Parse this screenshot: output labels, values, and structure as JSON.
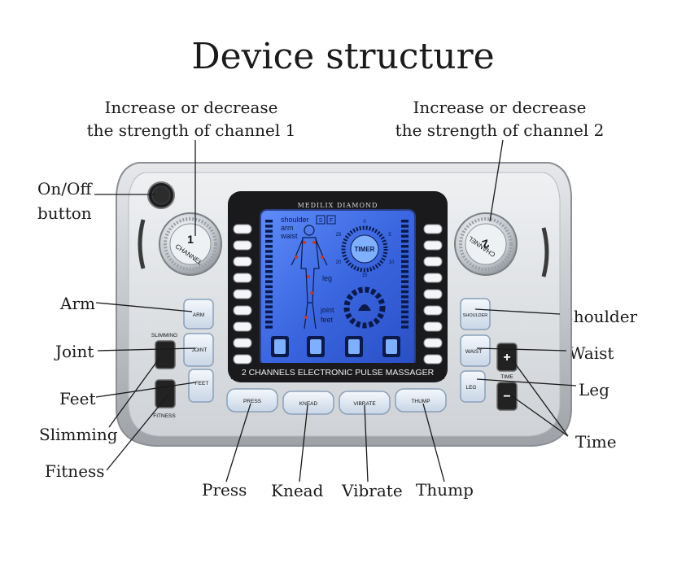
{
  "title": "Device structure",
  "callouts": {
    "ch1": [
      "Increase or decrease",
      "the strength of channel 1"
    ],
    "ch2": [
      "Increase or decrease",
      "the strength of channel 2"
    ],
    "onoff": [
      "On/Off",
      "button"
    ],
    "arm": "Arm",
    "joint": "Joint",
    "feet": "Feet",
    "slimming": "Slimming",
    "fitness": "Fitness",
    "press": "Press",
    "knead": "Knead",
    "vibrate": "Vibrate",
    "thump": "Thump",
    "shoulder": "Shoulder",
    "waist": "Waist",
    "leg": "Leg",
    "time": "Time"
  },
  "device": {
    "brand": "MEDILIX DIAMOND",
    "name": "2 CHANNELS ELECTRONIC PULSE MASSAGER",
    "knob1": {
      "num": "1",
      "text": "CHANNEL"
    },
    "knob2": {
      "num": "2",
      "text": "CHANNEL"
    },
    "left_buttons": [
      "ARM",
      "JOINT",
      "FEET"
    ],
    "right_buttons": [
      "SHOULDER",
      "WAIST",
      "LEG"
    ],
    "bottom_buttons": [
      "PRESS",
      "KNEAD",
      "VIBRATE",
      "THUMP"
    ],
    "slimming_label": "SLIMMING",
    "fitness_label": "FITNESS",
    "time_label": "TIME",
    "plus": "+",
    "minus": "−",
    "screen": {
      "body_parts": [
        "shoulder",
        "arm",
        "waist",
        "leg",
        "joint",
        "feet"
      ],
      "badges": [
        "S",
        "F"
      ],
      "timer": "TIMER",
      "dial_nums": [
        "0",
        "5",
        "10",
        "15",
        "20",
        "25"
      ]
    }
  },
  "colors": {
    "body": "#c9ccd0",
    "screen": "#3f6fe8",
    "screen_bright": "#7fb0ff",
    "button": "#dde7f3",
    "dark_button": "#2a2a2a"
  }
}
